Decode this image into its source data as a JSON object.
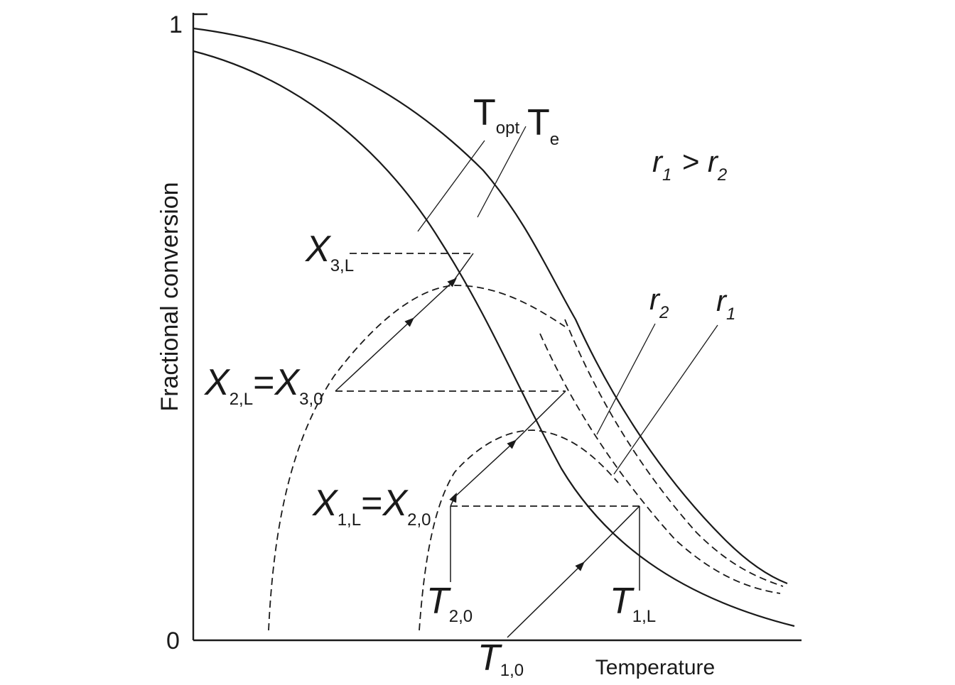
{
  "labels": {
    "y_axis": "Fractional conversion",
    "x_axis": "Temperature",
    "y_tick_top": "1",
    "y_tick_bottom": "0",
    "t_opt_main": "T",
    "t_opt_sub": "opt",
    "t_e_main": "T",
    "t_e_sub": "e",
    "r_relation_r": "r",
    "r_relation_1": "1",
    "r_relation_gt": ">",
    "r_relation_r2": "r",
    "r_relation_2": "2",
    "r2_main": "r",
    "r2_sub": "2",
    "r1_main": "r",
    "r1_sub": "1",
    "x3l_main": "X",
    "x3l_sub": "3,L",
    "x2l_main": "X",
    "x2l_sub": "2,L",
    "eq1": "=",
    "x30_main": "X",
    "x30_sub": "3,0",
    "x1l_main": "X",
    "x1l_sub": "1,L",
    "eq2": "=",
    "x20_main": "X",
    "x20_sub": "2,0",
    "t20_main": "T",
    "t20_sub": "2,0",
    "t1l_main": "T",
    "t1l_sub": "1,L",
    "t10_main": "T",
    "t10_sub": "1,0"
  },
  "colors": {
    "ink": "#1a1a1a",
    "background": "#ffffff"
  }
}
